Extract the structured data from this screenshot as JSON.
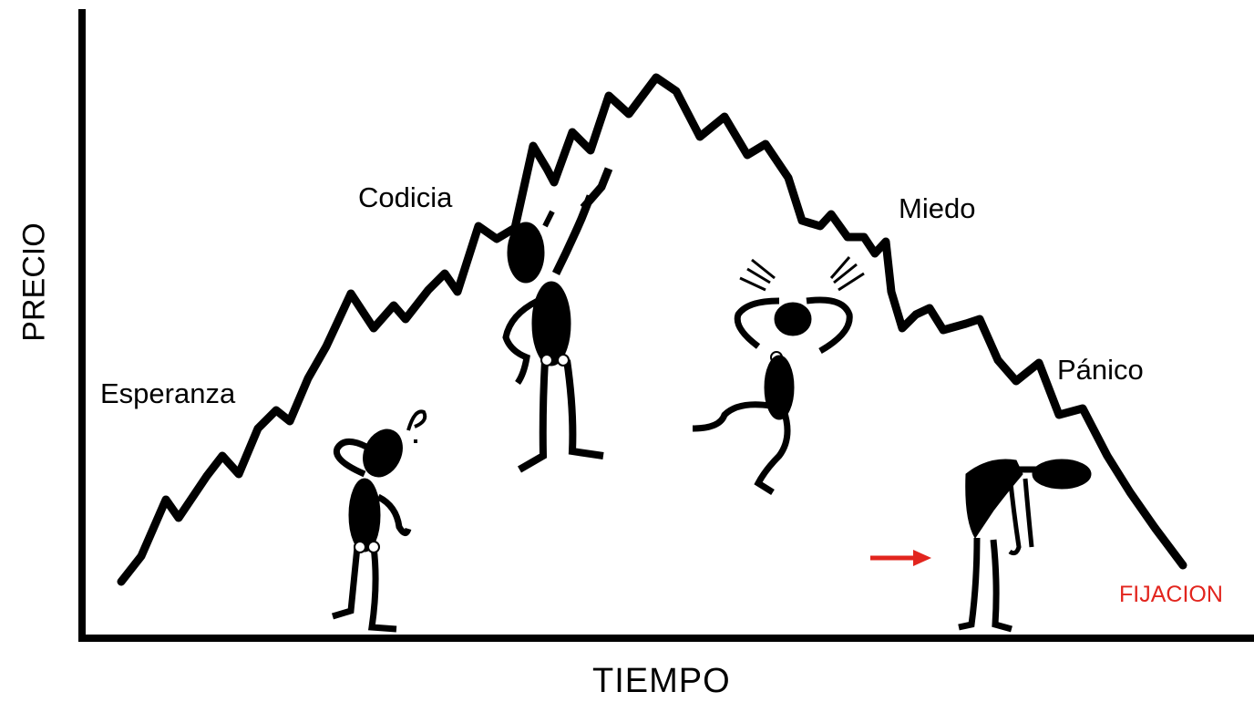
{
  "axes": {
    "y_label": "PRECIO",
    "x_label": "TIEMPO"
  },
  "stages": {
    "esperanza": "Esperanza",
    "codicia": "Codicia",
    "miedo": "Miedo",
    "panico": "Pánico",
    "fijacion": "FIJACION"
  },
  "colors": {
    "line": "#000000",
    "accent": "#e2251e"
  },
  "figures": [
    {
      "stage": "esperanza",
      "pose": "scratching-head-questioning"
    },
    {
      "stage": "codicia",
      "pose": "pointing-up"
    },
    {
      "stage": "miedo",
      "pose": "pulling-hair-jumping"
    },
    {
      "stage": "panico",
      "pose": "bent-over-defeated"
    }
  ]
}
